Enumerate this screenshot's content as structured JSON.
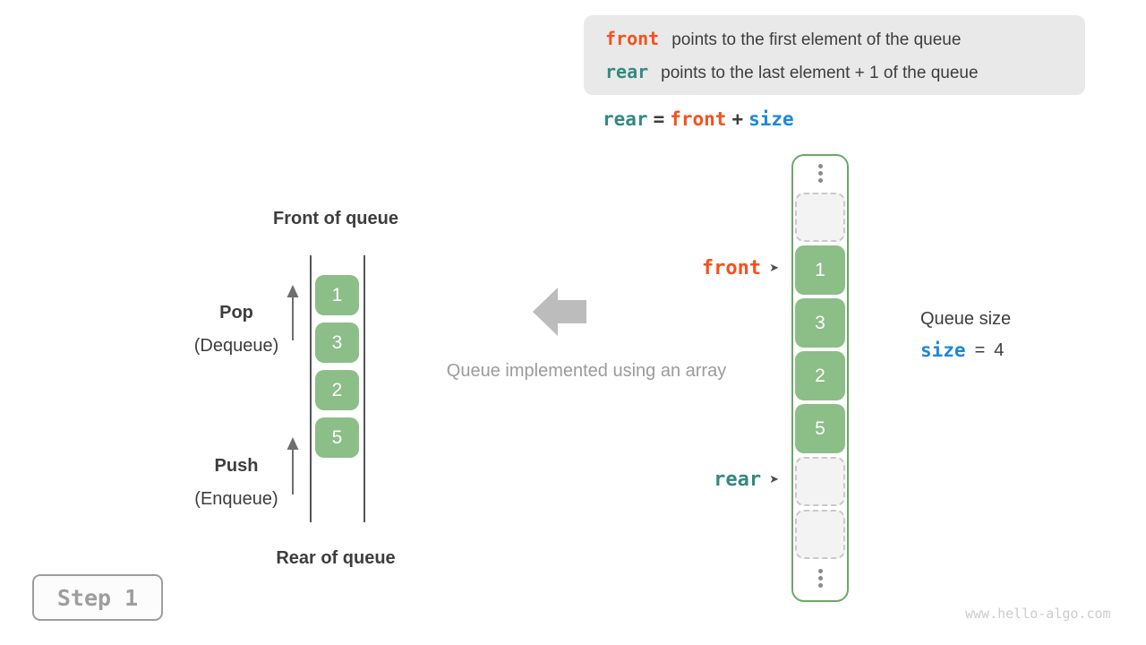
{
  "colors": {
    "orange": "#f4511e",
    "teal": "#33897f",
    "blue": "#1c87dd",
    "dark": "#3d3d3d",
    "green_cell": "#8cbe88",
    "green_border": "#6aa868",
    "gray_text": "#9b9b9b",
    "legend_bg": "#e9e9e9"
  },
  "info_box": {
    "lines": [
      {
        "keyword": "front",
        "keyword_color": "#f4511e",
        "text": "points to the first element of the queue"
      },
      {
        "keyword": "rear",
        "keyword_color": "#33897f",
        "text": "points to the last element + 1 of the queue"
      }
    ]
  },
  "formula": {
    "tokens": [
      {
        "text": "rear",
        "color": "#33897f"
      },
      {
        "text": "=",
        "color": "#3d3d3d"
      },
      {
        "text": "front",
        "color": "#f4511e"
      },
      {
        "text": "+",
        "color": "#3d3d3d"
      },
      {
        "text": "size",
        "color": "#1c87dd"
      }
    ]
  },
  "left_diagram": {
    "front_label": "Front of queue",
    "rear_label": "Rear of queue",
    "pop": {
      "title": "Pop",
      "subtitle": "(Dequeue)"
    },
    "push": {
      "title": "Push",
      "subtitle": "(Enqueue)"
    },
    "values": [
      "1",
      "3",
      "2",
      "5"
    ]
  },
  "middle": {
    "caption": "Queue implemented using an array"
  },
  "array_diagram": {
    "front_pointer": "front",
    "rear_pointer": "rear",
    "pointer_arrow": "➤",
    "cells": [
      {
        "type": "empty"
      },
      {
        "type": "filled",
        "value": "1"
      },
      {
        "type": "filled",
        "value": "3"
      },
      {
        "type": "filled",
        "value": "2"
      },
      {
        "type": "filled",
        "value": "5"
      },
      {
        "type": "empty"
      },
      {
        "type": "empty"
      }
    ]
  },
  "queue_size": {
    "label": "Queue size",
    "var": "size",
    "eq": "=",
    "value": "4"
  },
  "step_badge": "Step 1",
  "watermark": "www.hello-algo.com"
}
